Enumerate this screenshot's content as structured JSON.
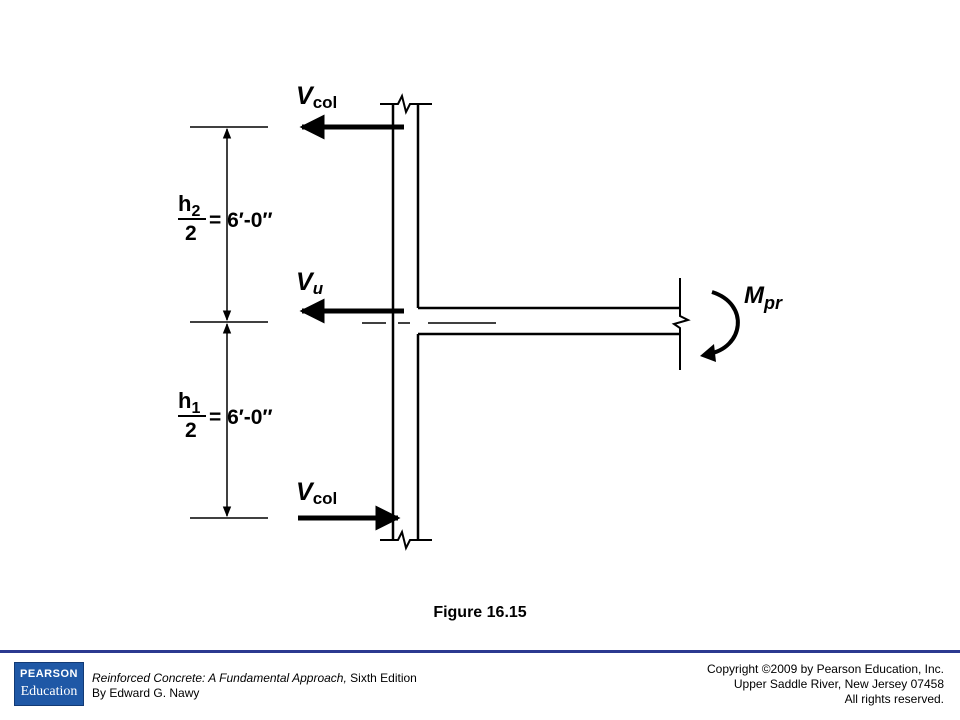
{
  "diagram": {
    "labels": {
      "v_col_top": "V",
      "v_col_top_sub": "col",
      "v_u": "V",
      "v_u_sub": "u",
      "v_col_bottom": "V",
      "v_col_bottom_sub": "col",
      "m_pr": "M",
      "m_pr_sub": "pr"
    },
    "dimensions": {
      "upper": {
        "numerator": "h",
        "numerator_sub": "2",
        "denominator": "2",
        "value": "= 6′-0″"
      },
      "lower": {
        "numerator": "h",
        "numerator_sub": "1",
        "denominator": "2",
        "value": "= 6′-0″"
      }
    }
  },
  "caption": "Figure 16.15",
  "footer": {
    "logo_top": "PEARSON",
    "logo_bottom": "Education",
    "book_title": "Reinforced Concrete: A Fundamental Approach,",
    "book_edition": "Sixth Edition",
    "book_author": "By Edward G. Nawy",
    "copyright_line1": "Copyright ©2009 by Pearson Education, Inc.",
    "copyright_line2": "Upper Saddle River, New Jersey 07458",
    "copyright_line3": "All rights reserved."
  },
  "colors": {
    "footer_rule": "#2b3990",
    "logo_bg": "#1f58a6"
  }
}
